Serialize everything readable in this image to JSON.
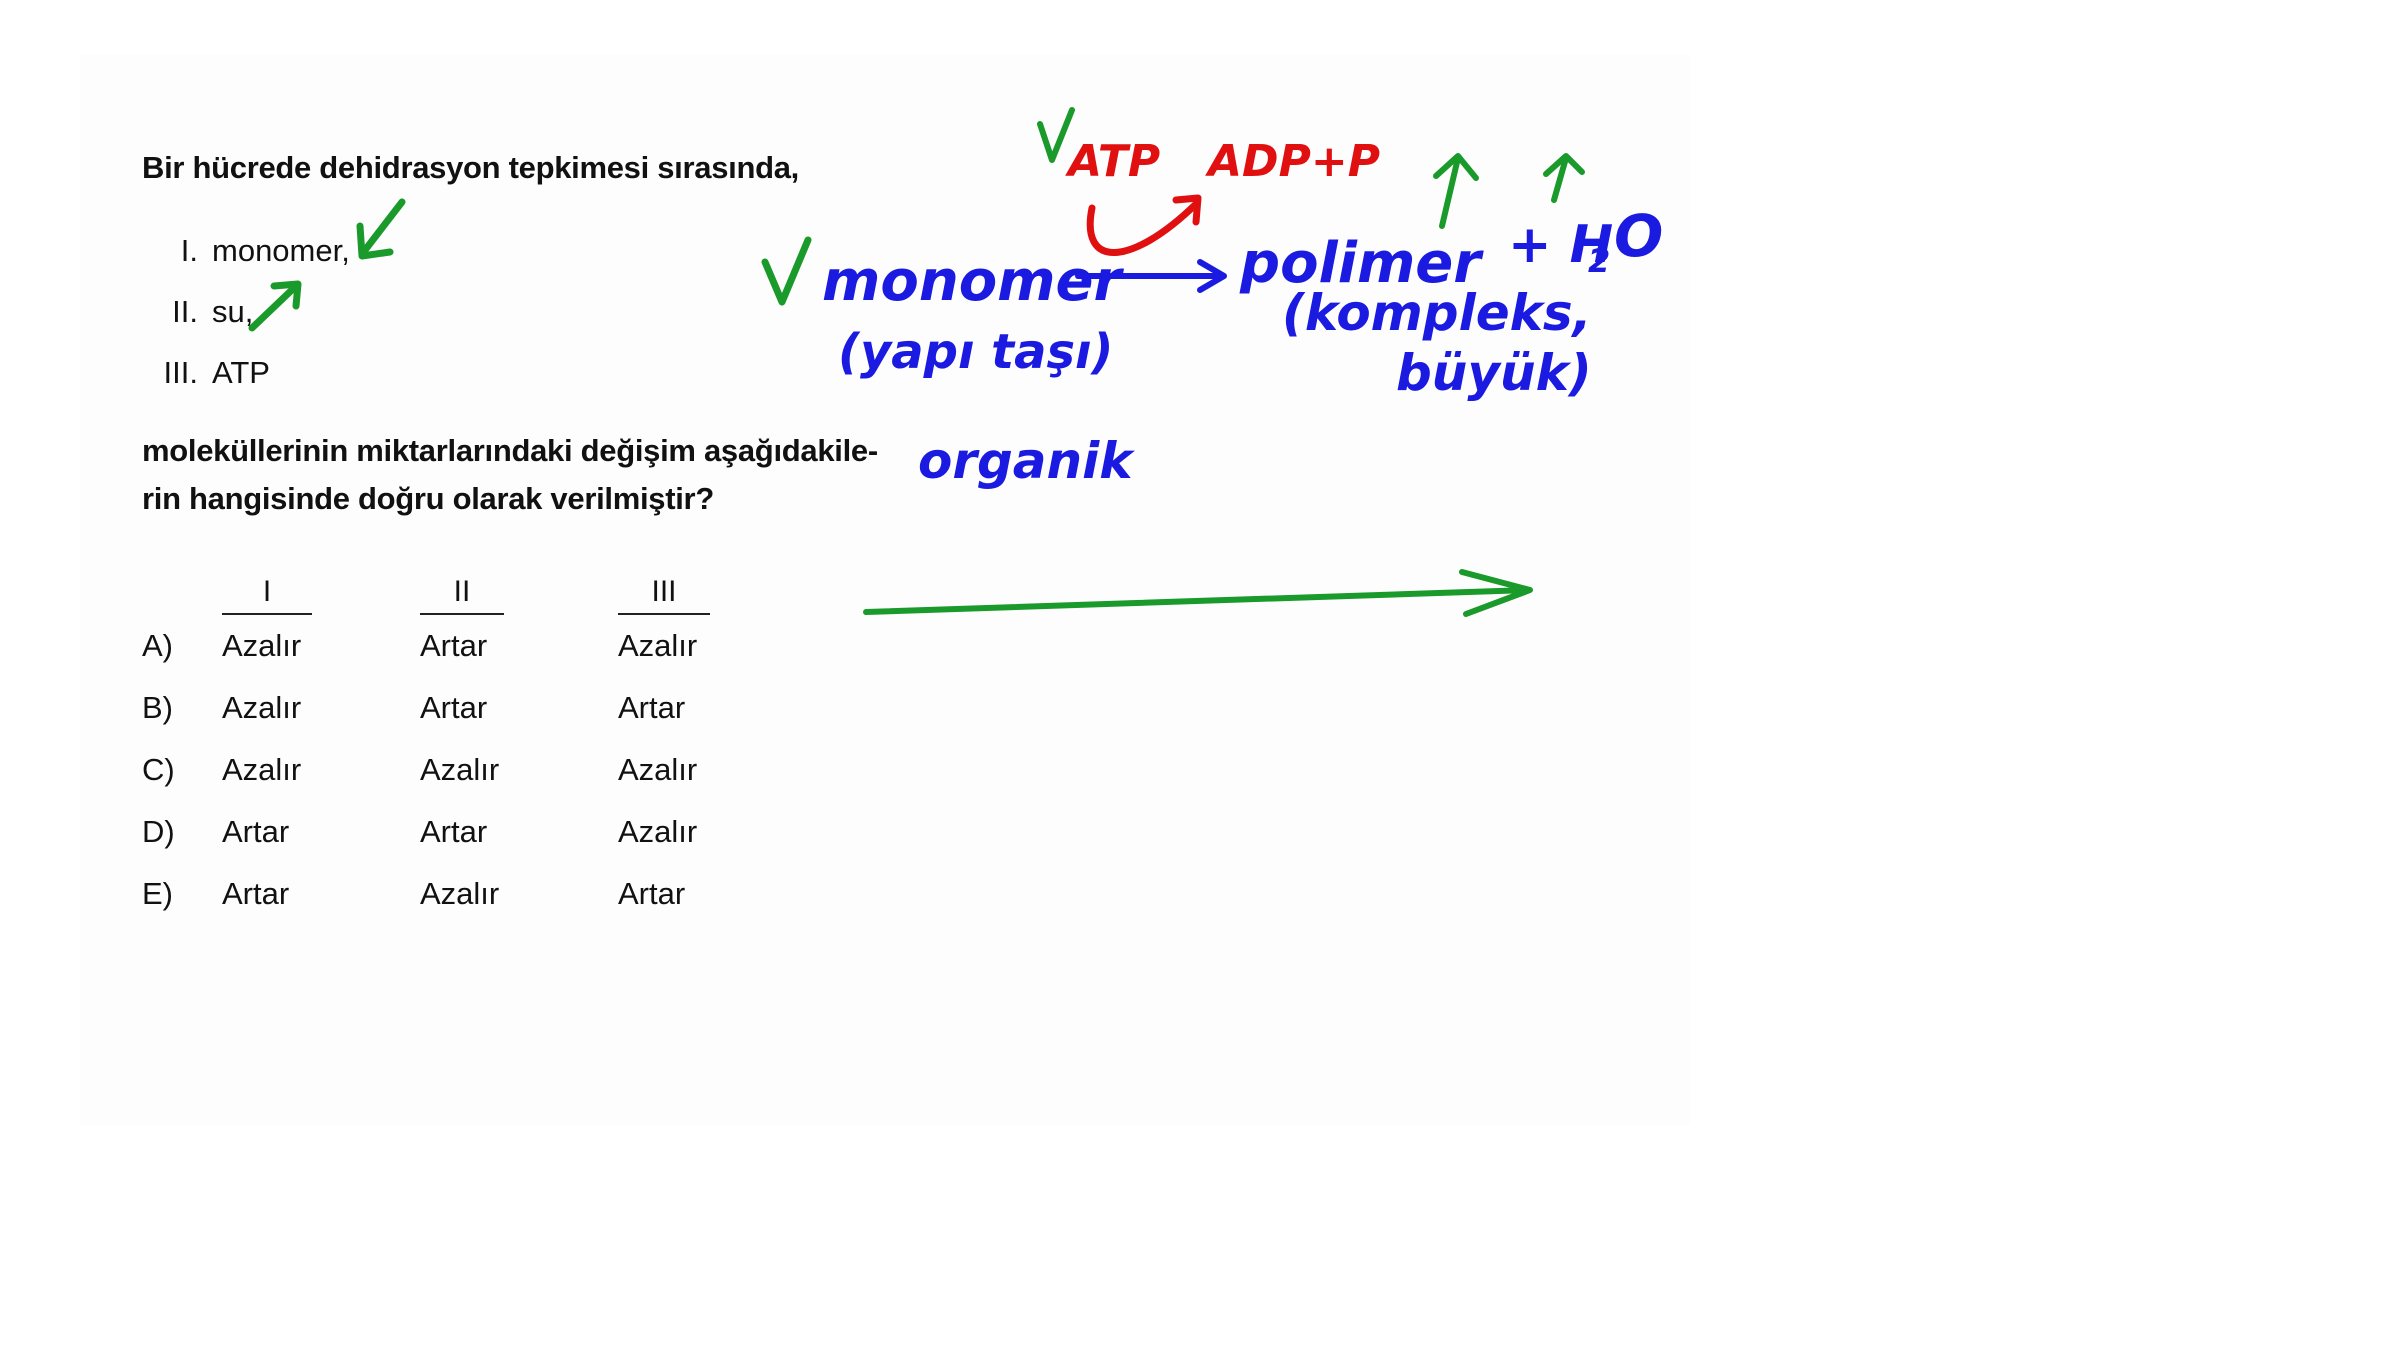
{
  "question": {
    "stem": "Bir hücrede dehidrasyon tepkimesi sırasında,",
    "items": [
      {
        "num": "I.",
        "text": "monomer,"
      },
      {
        "num": "II.",
        "text": "su,"
      },
      {
        "num": "III.",
        "text": "ATP"
      }
    ],
    "ask_line1": "moleküllerinin miktarlarındaki değişim aşağıdakile-",
    "ask_line2": "rin hangisinde doğru olarak verilmiştir?",
    "headers": [
      "I",
      "II",
      "III"
    ],
    "options": [
      {
        "letter": "A)",
        "values": [
          "Azalır",
          "Artar",
          "Azalır"
        ]
      },
      {
        "letter": "B)",
        "values": [
          "Azalır",
          "Artar",
          "Artar"
        ]
      },
      {
        "letter": "C)",
        "values": [
          "Azalır",
          "Azalır",
          "Azalır"
        ]
      },
      {
        "letter": "D)",
        "values": [
          "Artar",
          "Artar",
          "Azalır"
        ]
      },
      {
        "letter": "E)",
        "values": [
          "Artar",
          "Azalır",
          "Artar"
        ]
      }
    ]
  },
  "annotations": {
    "atp": "ATP",
    "adp": "ADP+P",
    "monomer": "monomer",
    "yapi_tasi": "(yapı taşı)",
    "organik": "organik",
    "polimer": "polimer",
    "kompleks": "(kompleks,",
    "buyuk": "büyük)",
    "plus_h2o": "+ H",
    "sub_2": "2",
    "o": "O",
    "colors": {
      "green": "#1a9a2a",
      "red": "#e01010",
      "blue": "#1a1ae0"
    }
  }
}
